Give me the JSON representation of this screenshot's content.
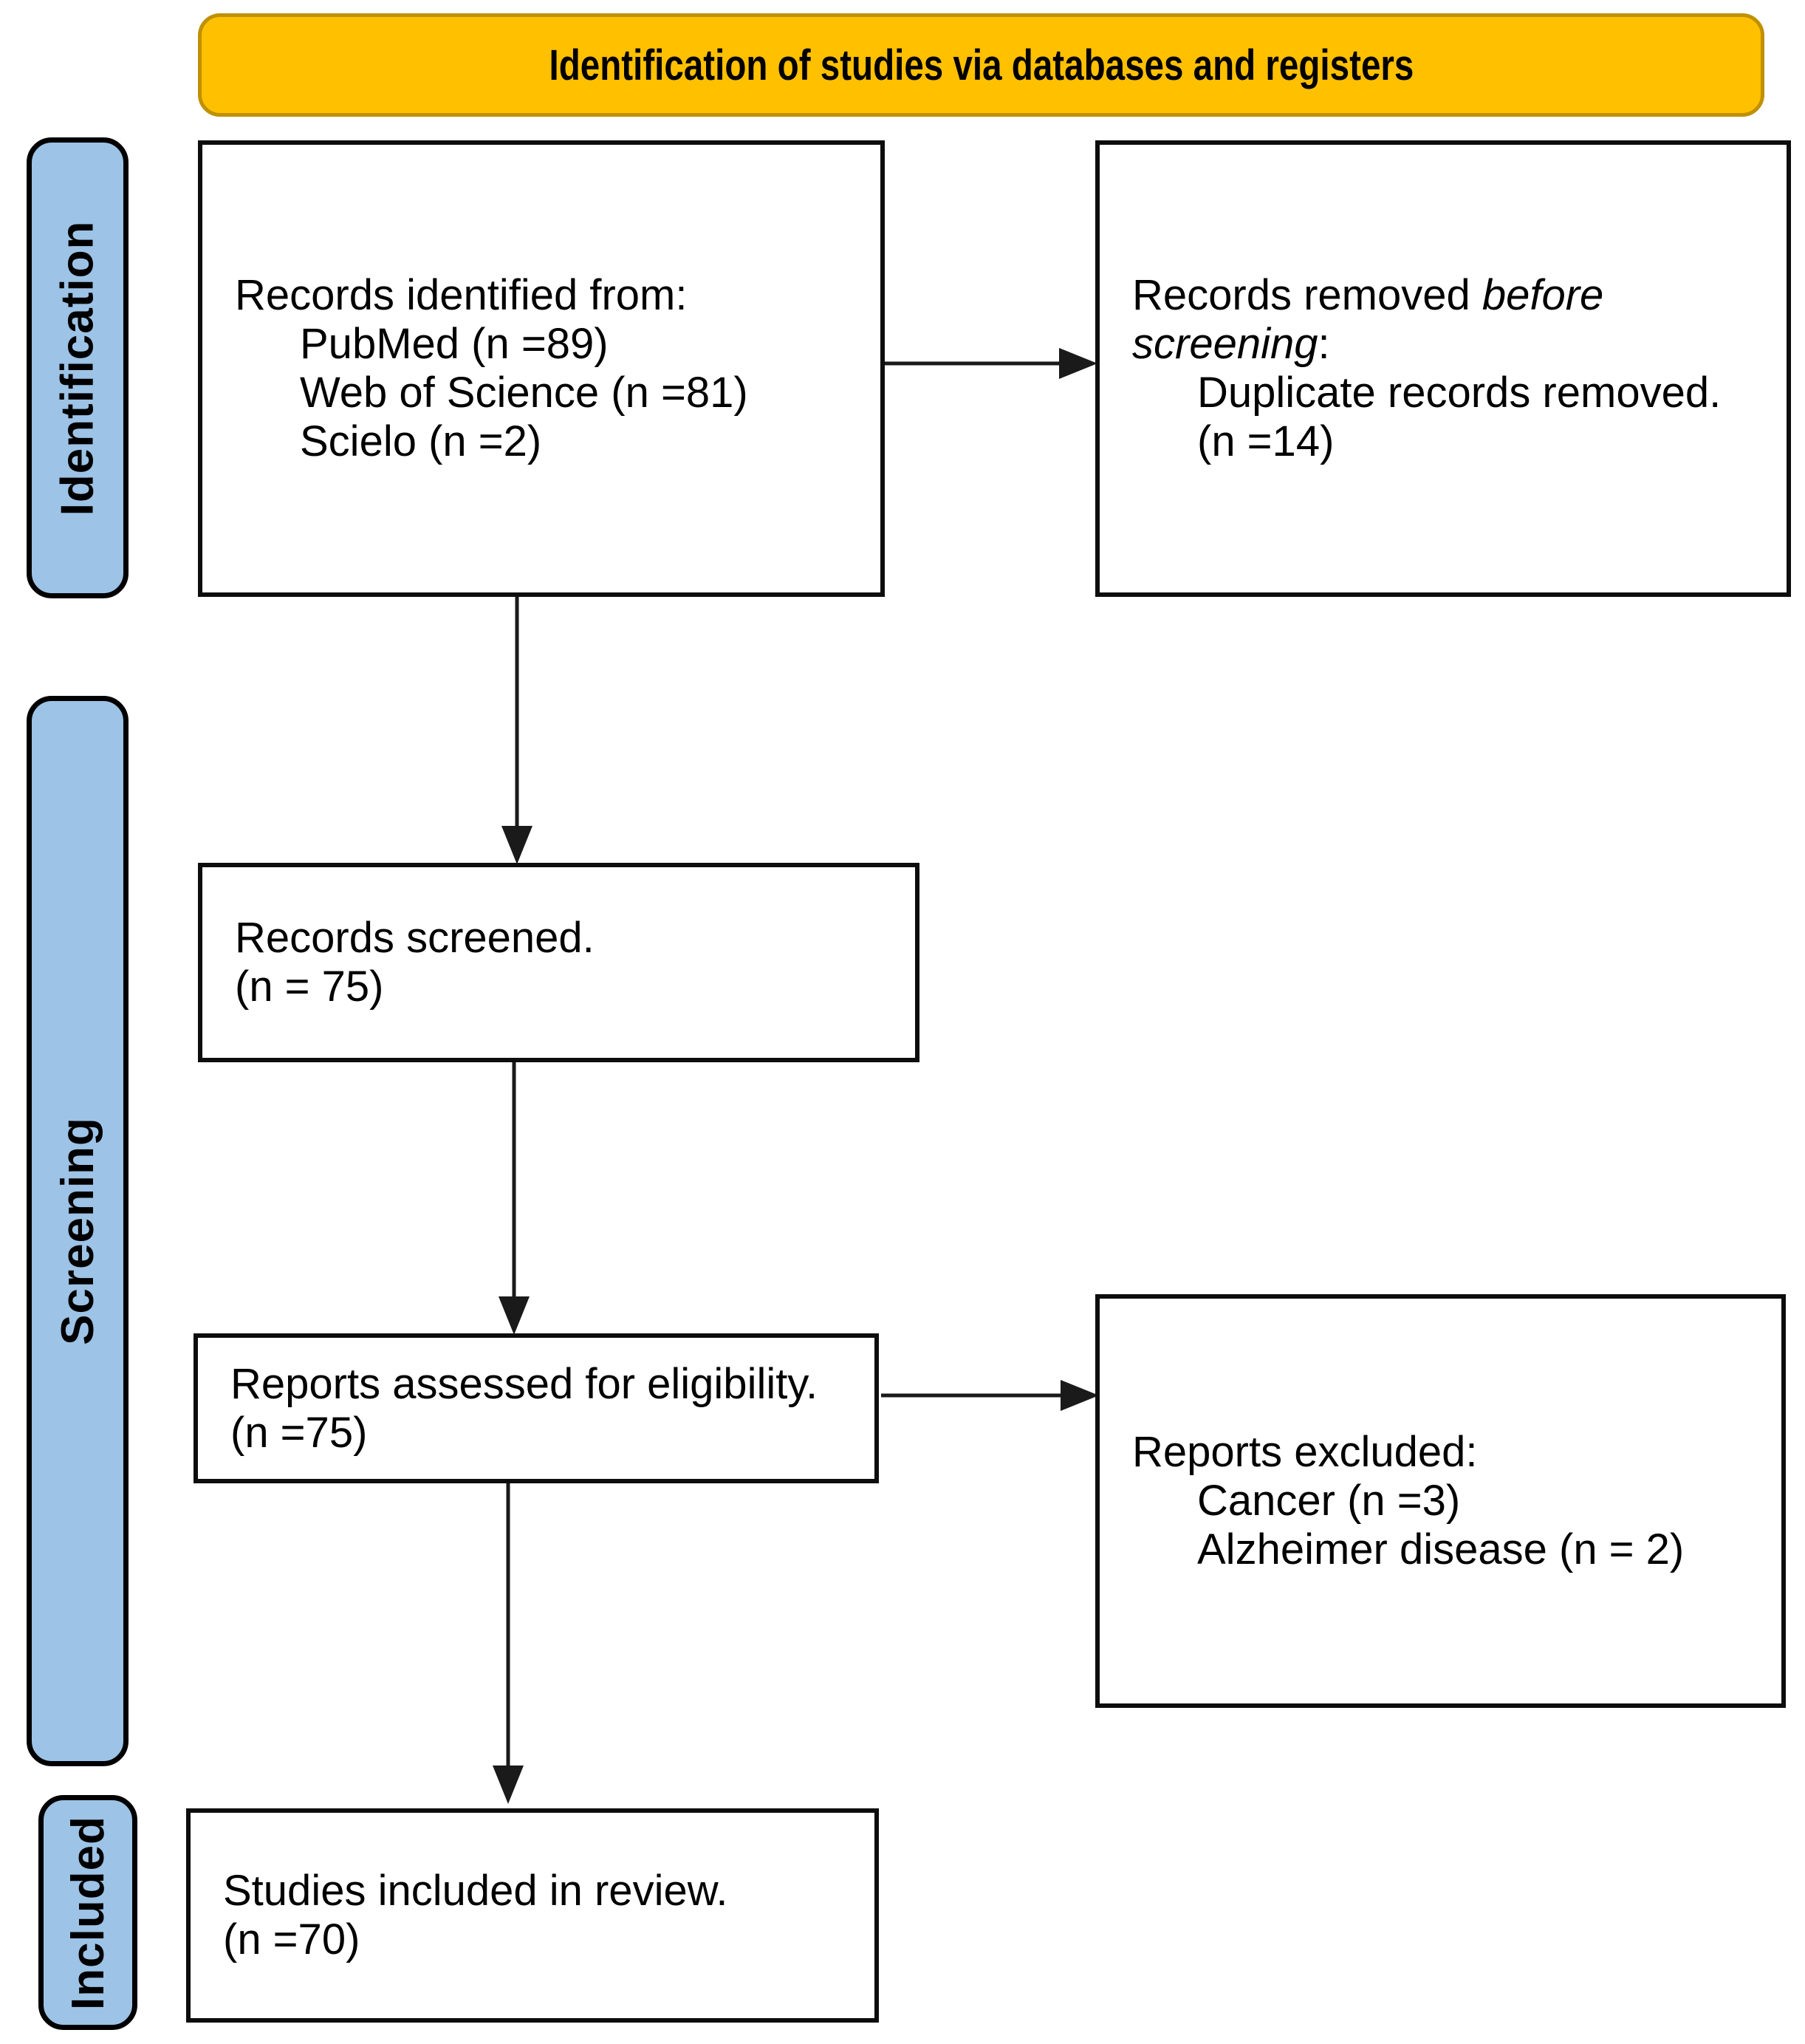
{
  "banner": {
    "label": "Identification of studies via databases and registers"
  },
  "colors": {
    "banner_bg": "#FFC000",
    "banner_border": "#BF9000",
    "stage_bg": "#9DC3E6",
    "stage_border": "#000000",
    "box_border": "#0D0D0D",
    "arrow": "#1A1A1A"
  },
  "stages": [
    {
      "label": "Identification"
    },
    {
      "label": "Screening"
    },
    {
      "label": "Included"
    }
  ],
  "boxes": {
    "records_identified": {
      "lines": [
        {
          "indent": false,
          "segments": [
            {
              "text": "Records identified from:"
            }
          ]
        },
        {
          "indent": true,
          "segments": [
            {
              "text": "PubMed (n =89)"
            }
          ]
        },
        {
          "indent": true,
          "segments": [
            {
              "text": "Web of Science (n =81)"
            }
          ]
        },
        {
          "indent": true,
          "segments": [
            {
              "text": "Scielo (n =2)"
            }
          ]
        }
      ]
    },
    "records_removed": {
      "lines": [
        {
          "indent": false,
          "segments": [
            {
              "text": "Records removed "
            },
            {
              "text": "before",
              "italic": true
            }
          ]
        },
        {
          "indent": false,
          "segments": [
            {
              "text": "screening",
              "italic": true
            },
            {
              "text": ":"
            }
          ]
        },
        {
          "indent": true,
          "segments": [
            {
              "text": "Duplicate records removed."
            }
          ]
        },
        {
          "indent": true,
          "segments": [
            {
              "text": "(n =14)"
            }
          ]
        }
      ]
    },
    "records_screened": {
      "lines": [
        {
          "indent": false,
          "segments": [
            {
              "text": "Records screened."
            }
          ]
        },
        {
          "indent": false,
          "segments": [
            {
              "text": "(n = 75)"
            }
          ]
        }
      ]
    },
    "reports_assessed": {
      "lines": [
        {
          "indent": false,
          "segments": [
            {
              "text": "Reports assessed for eligibility."
            }
          ]
        },
        {
          "indent": false,
          "segments": [
            {
              "text": "(n =75)"
            }
          ]
        }
      ]
    },
    "reports_excluded": {
      "lines": [
        {
          "indent": false,
          "segments": [
            {
              "text": "Reports excluded:"
            }
          ]
        },
        {
          "indent": true,
          "segments": [
            {
              "text": "Cancer (n =3)"
            }
          ]
        },
        {
          "indent": true,
          "segments": [
            {
              "text": "Alzheimer disease (n = 2)"
            }
          ]
        }
      ]
    },
    "studies_included": {
      "lines": [
        {
          "indent": false,
          "segments": [
            {
              "text": "Studies included in review."
            }
          ]
        },
        {
          "indent": false,
          "segments": [
            {
              "text": "(n =70)"
            }
          ]
        }
      ]
    }
  }
}
